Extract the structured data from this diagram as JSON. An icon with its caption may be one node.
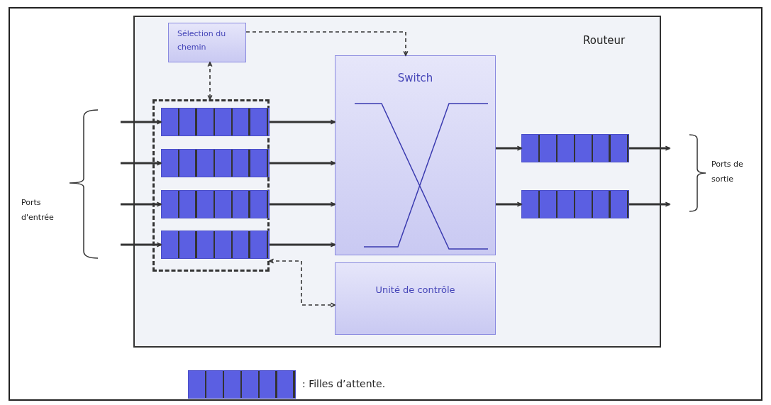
{
  "diagram": {
    "nodes": [
      {
        "text": [
          "Routeur"
        ]
      },
      {
        "text": [
          "Sélection du chemin"
        ],
        "in": 0
      },
      {
        "text": [],
        "shape": "box",
        "in": 0
      },
      {
        "text": [],
        "shape": "bar",
        "in": 2
      },
      {
        "text": [],
        "shape": "bar",
        "in": 2
      },
      {
        "text": [],
        "shape": "bar",
        "in": 2
      },
      {
        "text": [],
        "shape": "bar",
        "in": 2
      },
      {
        "text": [
          "Switch"
        ],
        "in": 0
      },
      {
        "text": [
          "Unité de contrôle"
        ],
        "in": 0
      },
      {
        "text": [],
        "shape": "bar",
        "in": 0
      },
      {
        "text": [],
        "shape": "bar",
        "in": 0
      }
    ],
    "edges": [
      {
        "from": null,
        "to": 3,
        "arrow": "to"
      },
      {
        "from": null,
        "to": 4,
        "arrow": "to"
      },
      {
        "from": null,
        "to": 5,
        "arrow": "to"
      },
      {
        "from": null,
        "to": 6,
        "arrow": "to"
      },
      {
        "from": 3,
        "to": 7,
        "arrow": "to"
      },
      {
        "from": 4,
        "to": 7,
        "arrow": "to"
      },
      {
        "from": 5,
        "to": 7,
        "arrow": "to"
      },
      {
        "from": 6,
        "to": 7,
        "arrow": "to"
      },
      {
        "from": 7,
        "to": 9,
        "arrow": "to"
      },
      {
        "from": 7,
        "to": 10,
        "arrow": "to"
      },
      {
        "from": 9,
        "to": null,
        "arrow": "to"
      },
      {
        "from": 10,
        "to": null,
        "arrow": "to"
      },
      {
        "from": 1,
        "to": 7,
        "arrow": "to",
        "style": "dashed"
      },
      {
        "from": 1,
        "to": 2,
        "arrow": "both",
        "style": "dashed"
      },
      {
        "from": 2,
        "to": 8,
        "arrow": "both",
        "style": "dashed"
      }
    ],
    "labels": [
      "Ports d'entrée",
      "Ports de sortie"
    ],
    "legend": [
      {
        "text": ": Filles d’attente."
      }
    ]
  }
}
